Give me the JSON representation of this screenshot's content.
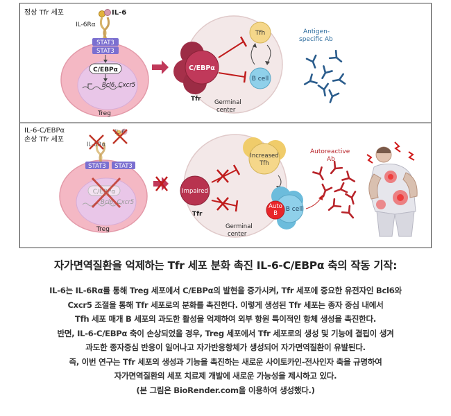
{
  "top_panel": {
    "label": "정상 Tfr 세포",
    "il6": "IL-6",
    "il6ra": "IL-6Rα",
    "stat3": "STAT3",
    "cebpa": "C/EBPα",
    "genes": "Bcl6, Cxcr5",
    "treg": "Treg",
    "tfr_cebpa": "C/EBPα",
    "tfr": "Tfr",
    "tfh": "Tfh",
    "bcell": "B cell",
    "germinal": [
      "Germinal",
      "center"
    ],
    "antigen": [
      "Antigen-",
      "specific Ab"
    ]
  },
  "bottom_panel": {
    "label": [
      "IL-6-C/EBPα",
      "손상 Tfr 세포"
    ],
    "il6": "IL-6",
    "il6ra": "IL-6Rα",
    "stat3": "STAT3",
    "cebpa": "C/EBPα",
    "genes": "Bcl6, Cxcr5",
    "treg": "Treg",
    "impaired": "Impaired",
    "tfr": "Tfr",
    "increased_tfh": [
      "Increased",
      "Tfh"
    ],
    "auto_b": [
      "Auto",
      "B"
    ],
    "bcell": "B cell",
    "germinal": [
      "Germinal",
      "center"
    ],
    "autoreactive": [
      "Autoreactive",
      "Ab"
    ]
  },
  "caption": {
    "title": "자가면역질환을 억제하는 Tfr 세포 분화 촉진 IL-6-C/EBPα 축의 작동 기작:",
    "lines": [
      "IL-6는 IL-6Rα를 통해 Treg 세포에서 C/EBPα의 발현을 증가시켜, Tfr 세포에 중요한 유전자인 Bcl6와",
      "Cxcr5 조절을 통해 Tfr 세포로의 분화를 촉진한다. 이렇게 생성된 Tfr 세포는 종자 중심 내에서",
      "Tfh 세포 매개 B 세포의 과도한 활성을 억제하여 외부 항원 특이적인 항체 생성을 촉진한다.",
      "반면, IL-6-C/EBPα 축이 손상되었을 경우, Treg 세포에서 Tfr 세포로의 생성 및 기능에 결핍이 생겨",
      "과도한 종자중심 반응이 일어나고 자가반응항체가 생성되어 자가면역질환이 유발된다.",
      "즉, 이번 연구는 Tfr 세포의 생성과 기능을 촉진하는 새로운 사이토카인-전사인자 축을 규명하여",
      "자가면역질환의 세포 치료제 개발에 새로운 가능성을 제시하고 있다.",
      "(본 그림은 BioRender.com을 이용하여 생성했다.)"
    ]
  },
  "colors": {
    "treg_cell": "#f4b8c4",
    "treg_nucleus": "#e9c6e8",
    "tfr_cell": "#b8334f",
    "stat3": "#7b6fd0",
    "tfh": "#f5d78a",
    "bcell": "#8fd0ea",
    "auto_b": "#e8262a",
    "germinal": "#f3e8e8",
    "antibody_blue": "#2a5c8c",
    "antibody_red": "#b8242a",
    "arrow": "#c0395a",
    "inhibit": "#c01c1c"
  }
}
